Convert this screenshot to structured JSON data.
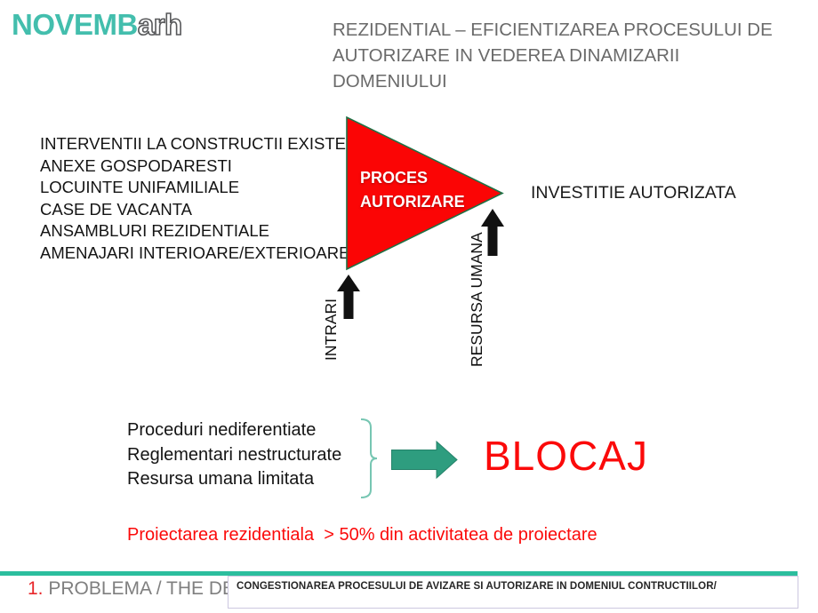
{
  "logo": {
    "main": "NOVEMB",
    "suffix": "arh"
  },
  "header": {
    "title_line1": "REZIDENTIAL – EFICIENTIZAREA PROCESULUI DE",
    "title_line2": "AUTORIZARE IN VEDEREA DINAMIZARII DOMENIULUI"
  },
  "diagram": {
    "inputs": [
      "INTERVENTII LA CONSTRUCTII EXISTENTE",
      "ANEXE GOSPODARESTI",
      "LOCUINTE UNIFAMILIALE",
      "CASE DE VACANTA",
      "ANSAMBLURI REZIDENTIALE",
      "AMENAJARI INTERIOARE/EXTERIOARE"
    ],
    "process_line1": "PROCES",
    "process_line2": "AUTORIZARE",
    "output_label": "INVESTITIE AUTORIZATA",
    "intrari_label": "INTRARI",
    "resursa_label": "RESURSA UMANA"
  },
  "blockage": {
    "causes": [
      "Proceduri nediferentiate",
      "Reglementari nestructurate",
      "Resursa umana limitata"
    ],
    "result": "BLOCAJ"
  },
  "note": "Proiectarea rezidentiala  > 50% din activitatea de proiectare",
  "footer": {
    "number": "1.",
    "label": " PROBLEMA / THE DEAL",
    "note": "CONGESTIONAREA PROCESULUI DE AVIZARE SI AUTORIZARE IN DOMENIUL CONTRUCTIILOR/"
  },
  "colors": {
    "logo_teal": "#43BEAD",
    "divider_teal": "#2CBE9E",
    "triangle_red": "#FB0505",
    "triangle_border_green": "#1E7145",
    "arrow_green": "#2E9D7F",
    "accent_red": "#FB0A0A",
    "title_gray": "#6A6A6A",
    "footer_gray": "#7F7F7F"
  }
}
